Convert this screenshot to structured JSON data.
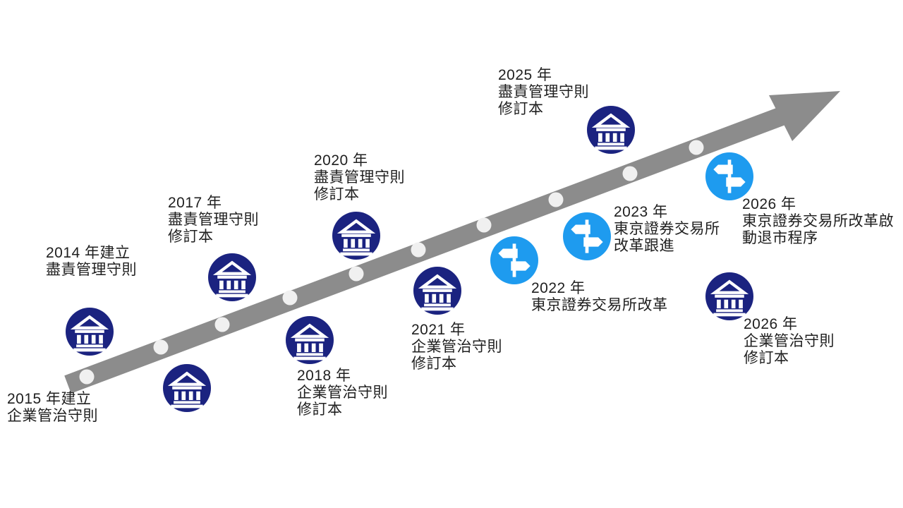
{
  "diagram": {
    "type": "timeline",
    "description": "ascending-arrow-timeline",
    "colors": {
      "arrow": "#8C8C8C",
      "arrow_dot": "#F0F0F0",
      "bank_icon_bg": "#1B2380",
      "signpost_icon_bg": "#1E9BEF",
      "icon_glyph": "#FFFFFF",
      "text": "#202020",
      "background": "#FFFFFF"
    },
    "milestones": [
      {
        "id": "2014-stewardship-established",
        "icon": "bank",
        "line1": "2014 年建立",
        "line2": "盡責管理守則",
        "line3": ""
      },
      {
        "id": "2015-cg-established",
        "icon": "bank",
        "line1": "2015 年建立",
        "line2": "企業管治守則",
        "line3": ""
      },
      {
        "id": "2017-stewardship-revised",
        "icon": "bank",
        "line1": "2017 年",
        "line2": "盡責管理守則",
        "line3": "修訂本"
      },
      {
        "id": "2018-cg-revised",
        "icon": "bank",
        "line1": "2018 年",
        "line2": "企業管治守則",
        "line3": "修訂本"
      },
      {
        "id": "2020-stewardship-revised",
        "icon": "bank",
        "line1": "2020 年",
        "line2": "盡責管理守則",
        "line3": "修訂本"
      },
      {
        "id": "2021-cg-revised",
        "icon": "bank",
        "line1": "2021 年",
        "line2": "企業管治守則",
        "line3": "修訂本"
      },
      {
        "id": "2022-tse-reform",
        "icon": "signpost",
        "line1": "2022 年",
        "line2": "東京證券交易所改革",
        "line3": ""
      },
      {
        "id": "2023-tse-reform-followup",
        "icon": "signpost",
        "line1": "2023 年",
        "line2": "東京證券交易所",
        "line3": "改革跟進"
      },
      {
        "id": "2025-stewardship-revised",
        "icon": "bank",
        "line1": "2025 年",
        "line2": "盡責管理守則",
        "line3": "修訂本"
      },
      {
        "id": "2026-tse-delisting-process",
        "icon": "signpost",
        "line1": "2026 年",
        "line2": "東京證券交易所改革啟",
        "line3": "動退市程序"
      },
      {
        "id": "2026-cg-revised",
        "icon": "bank",
        "line1": "2026 年",
        "line2": "企業管治守則",
        "line3": "修訂本"
      }
    ]
  }
}
